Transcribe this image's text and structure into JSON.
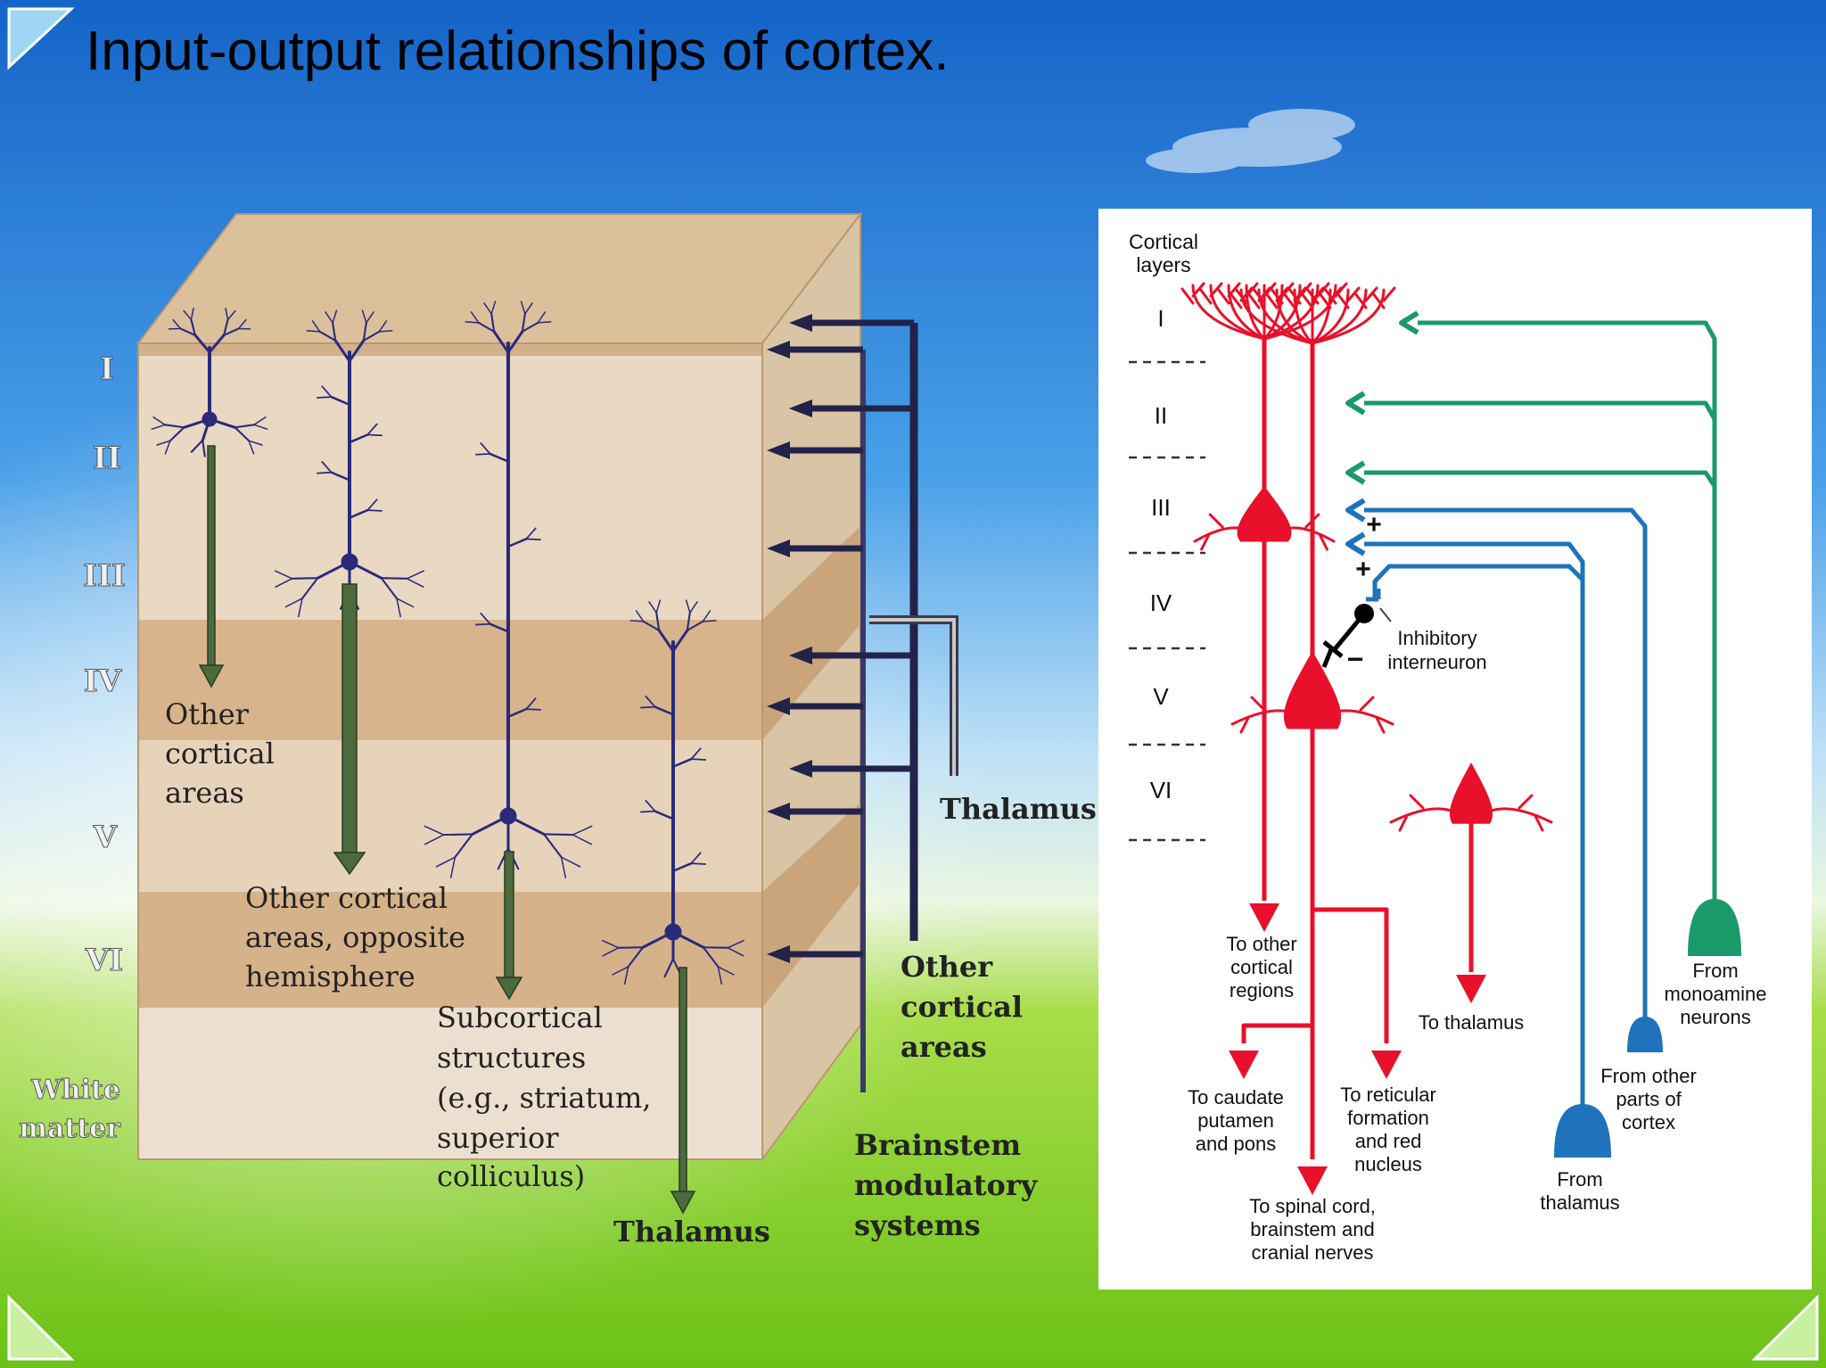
{
  "slide": {
    "title": "Input-output relationships of cortex."
  },
  "left_diagram": {
    "layers": [
      "I",
      "II",
      "III",
      "IV",
      "V",
      "VI"
    ],
    "white_matter": [
      "White",
      "matter"
    ],
    "other_cortical_areas": [
      "Other",
      "cortical",
      "areas"
    ],
    "opposite_hemisphere": [
      "Other cortical",
      "areas, opposite",
      "hemisphere"
    ],
    "subcortical": [
      "Subcortical",
      "structures",
      "(e.g., striatum,",
      "superior",
      "colliculus)"
    ],
    "thalamus_output": "Thalamus",
    "thalamus_input": "Thalamus",
    "other_cortical_input": [
      "Other",
      "cortical",
      "areas"
    ],
    "brainstem": [
      "Brainstem",
      "modulatory",
      "systems"
    ]
  },
  "right_diagram": {
    "cortical_layers_heading": [
      "Cortical",
      "layers"
    ],
    "layers": [
      "I",
      "II",
      "III",
      "IV",
      "V",
      "VI"
    ],
    "inhibitory_interneuron": [
      "Inhibitory",
      "interneuron"
    ],
    "plus_sign": "+",
    "minus_sign": "−",
    "to_other_cortical": [
      "To other",
      "cortical",
      "regions"
    ],
    "to_thalamus": "To thalamus",
    "to_caudate": [
      "To caudate",
      "putamen",
      "and pons"
    ],
    "to_reticular": [
      "To reticular",
      "formation",
      "and red",
      "nucleus"
    ],
    "to_spinal": [
      "To spinal cord,",
      "brainstem and",
      "cranial nerves"
    ],
    "from_monoamine": [
      "From",
      "monoamine",
      "neurons"
    ],
    "from_other_parts": [
      "From other",
      "parts of",
      "cortex"
    ],
    "from_thalamus": [
      "From",
      "thalamus"
    ]
  },
  "colors": {
    "sky_top": "#1a6fd0",
    "grass": "#7cc61a",
    "block_light": "#e6d2b8",
    "block_band": "#d7b48e",
    "neuron_left": "#2a2a7a",
    "output_arrow": "#4c6b3c",
    "input_arrow": "#22224a",
    "red": "#e8102a",
    "green": "#1a9a6a",
    "blue": "#1f73bc",
    "black": "#000000"
  }
}
